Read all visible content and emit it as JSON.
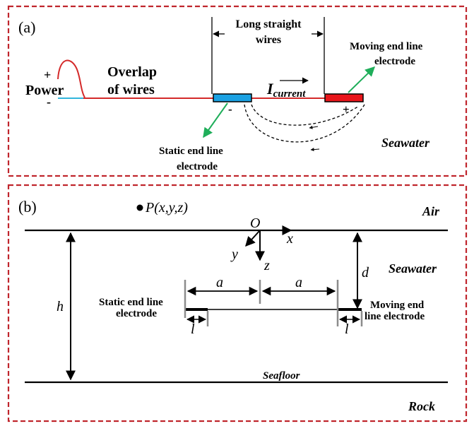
{
  "panel_a": {
    "label": "(a)",
    "power_label": "Power",
    "plus": "+",
    "minus": "-",
    "overlap_line1": "Overlap",
    "overlap_line2": "of wires",
    "long_wires_line1": "Long straight",
    "long_wires_line2": "wires",
    "moving_line1": "Moving end line",
    "moving_line2": "electrode",
    "current_main": "I",
    "current_sub": "current",
    "static_line1": "Static end line",
    "static_line2": "electrode",
    "electrode_minus": "-",
    "electrode_plus": "+",
    "medium": "Seawater"
  },
  "panel_b": {
    "label": "(b)",
    "point_label": "P(x,y,z)",
    "air": "Air",
    "seawater": "Seawater",
    "seafloor": "Seafloor",
    "rock": "Rock",
    "origin": "O",
    "axis_x": "x",
    "axis_y": "y",
    "axis_z": "z",
    "dim_a_left": "a",
    "dim_a_right": "a",
    "dim_h": "h",
    "dim_d": "d",
    "dim_l_left": "l",
    "dim_l_right": "l",
    "static_line1": "Static end line",
    "static_line2": "electrode",
    "moving_line1": "Moving end",
    "moving_line2": "line electrode"
  },
  "colors": {
    "frame": "#c0262d",
    "wire": "#d42a2a",
    "static_electrode": "#1ba1e2",
    "moving_electrode": "#e8161b",
    "pointer": "#1fae5a",
    "neg_lead": "#32b6dc"
  }
}
